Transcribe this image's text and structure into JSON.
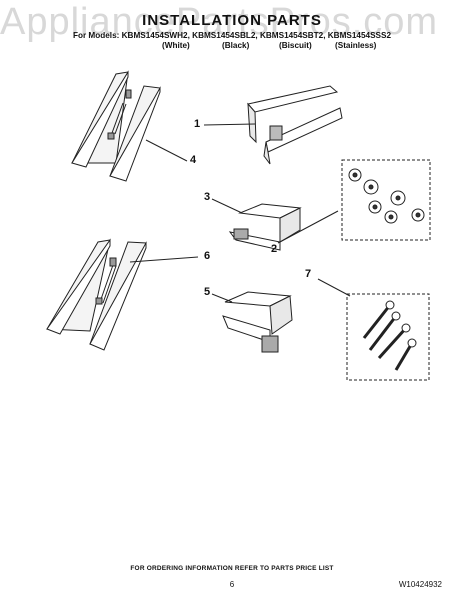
{
  "watermark": "AppliancePartsPros.com",
  "title": "INSTALLATION PARTS",
  "models_line": "For Models: KBMS1454SWH2, KBMS1454SBL2, KBMS1454SBT2, KBMS1454SSS2",
  "finishes": [
    "(White)",
    "(Black)",
    "(Biscuit)",
    "(Stainless)"
  ],
  "callouts": [
    "1",
    "2",
    "3",
    "4",
    "5",
    "6",
    "7"
  ],
  "footer": "FOR ORDERING INFORMATION REFER TO PARTS PRICE LIST",
  "page_number": "6",
  "doc_number": "W10424932"
}
